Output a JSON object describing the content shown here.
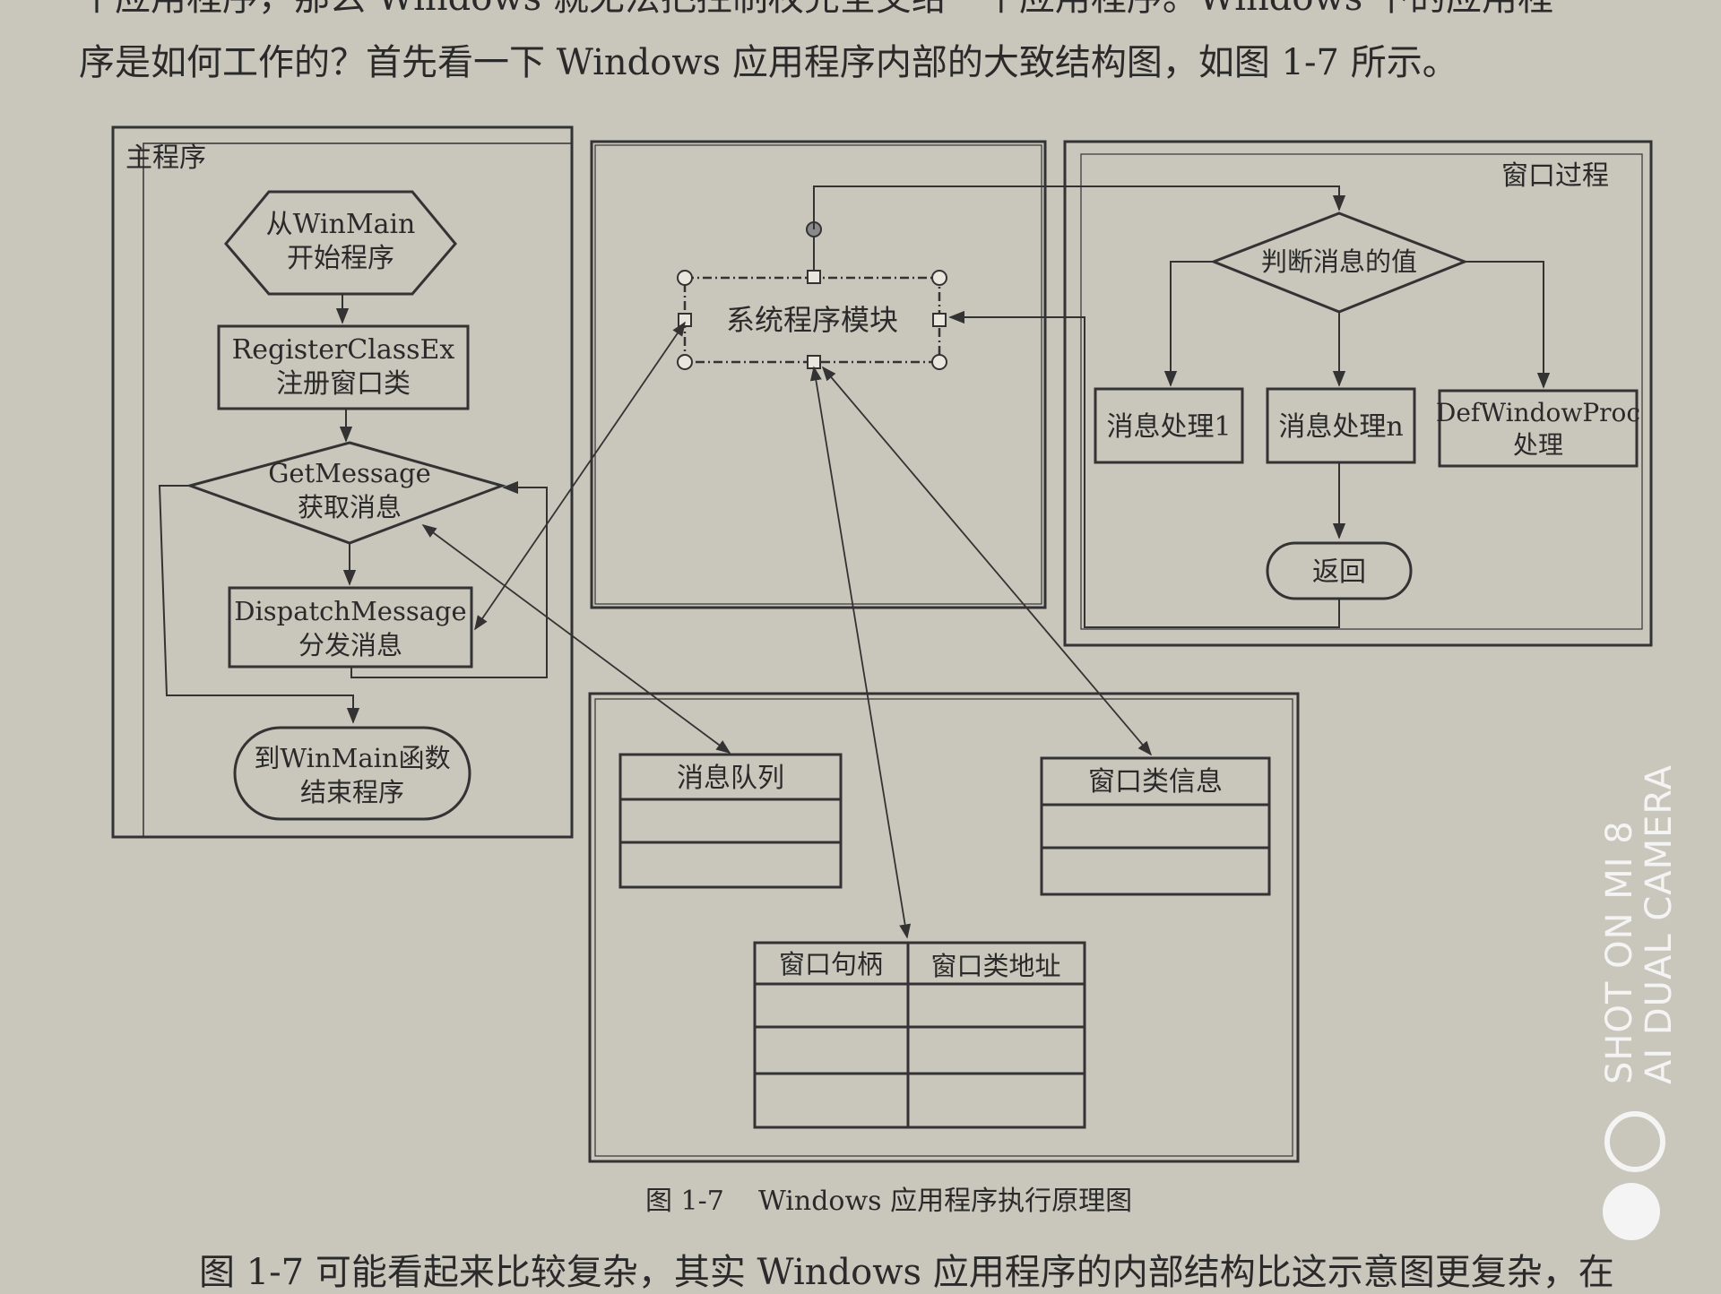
{
  "page_text": {
    "line1": "个应用程序，那么 Windows 就无法把控制权完全交给一个应用程序。Windows 下的应用程",
    "line2": "序是如何工作的？首先看一下 Windows 应用程序内部的大致结构图，如图 1-7 所示。",
    "bottom": "图 1-7 可能看起来比较复杂，其实 Windows 应用程序的内部结构比这示意图更复杂，在"
  },
  "diagram": {
    "main_program": {
      "title": "主程序",
      "start_line1": "从WinMain",
      "start_line2": "开始程序",
      "register_line1": "RegisterClassEx",
      "register_line2": "注册窗口类",
      "getmsg_line1": "GetMessage",
      "getmsg_line2": "获取消息",
      "dispatch_line1": "DispatchMessage",
      "dispatch_line2": "分发消息",
      "end_line1": "到WinMain函数",
      "end_line2": "结束程序"
    },
    "system_module": {
      "label": "系统程序模块"
    },
    "window_proc": {
      "title": "窗口过程",
      "decision": "判断消息的值",
      "handler1": "消息处理1",
      "handlern": "消息处理n",
      "defproc_line1": "DefWindowProc",
      "defproc_line2": "处理",
      "return": "返回"
    },
    "system_data": {
      "queue": "消息队列",
      "class_info": "窗口类信息",
      "table_col1": "窗口句柄",
      "table_col2": "窗口类地址"
    },
    "caption": "图 1-7    Windows 应用程序执行原理图"
  },
  "watermark": {
    "line1": "SHOT ON MI 8",
    "line2": "AI DUAL CAMERA"
  }
}
